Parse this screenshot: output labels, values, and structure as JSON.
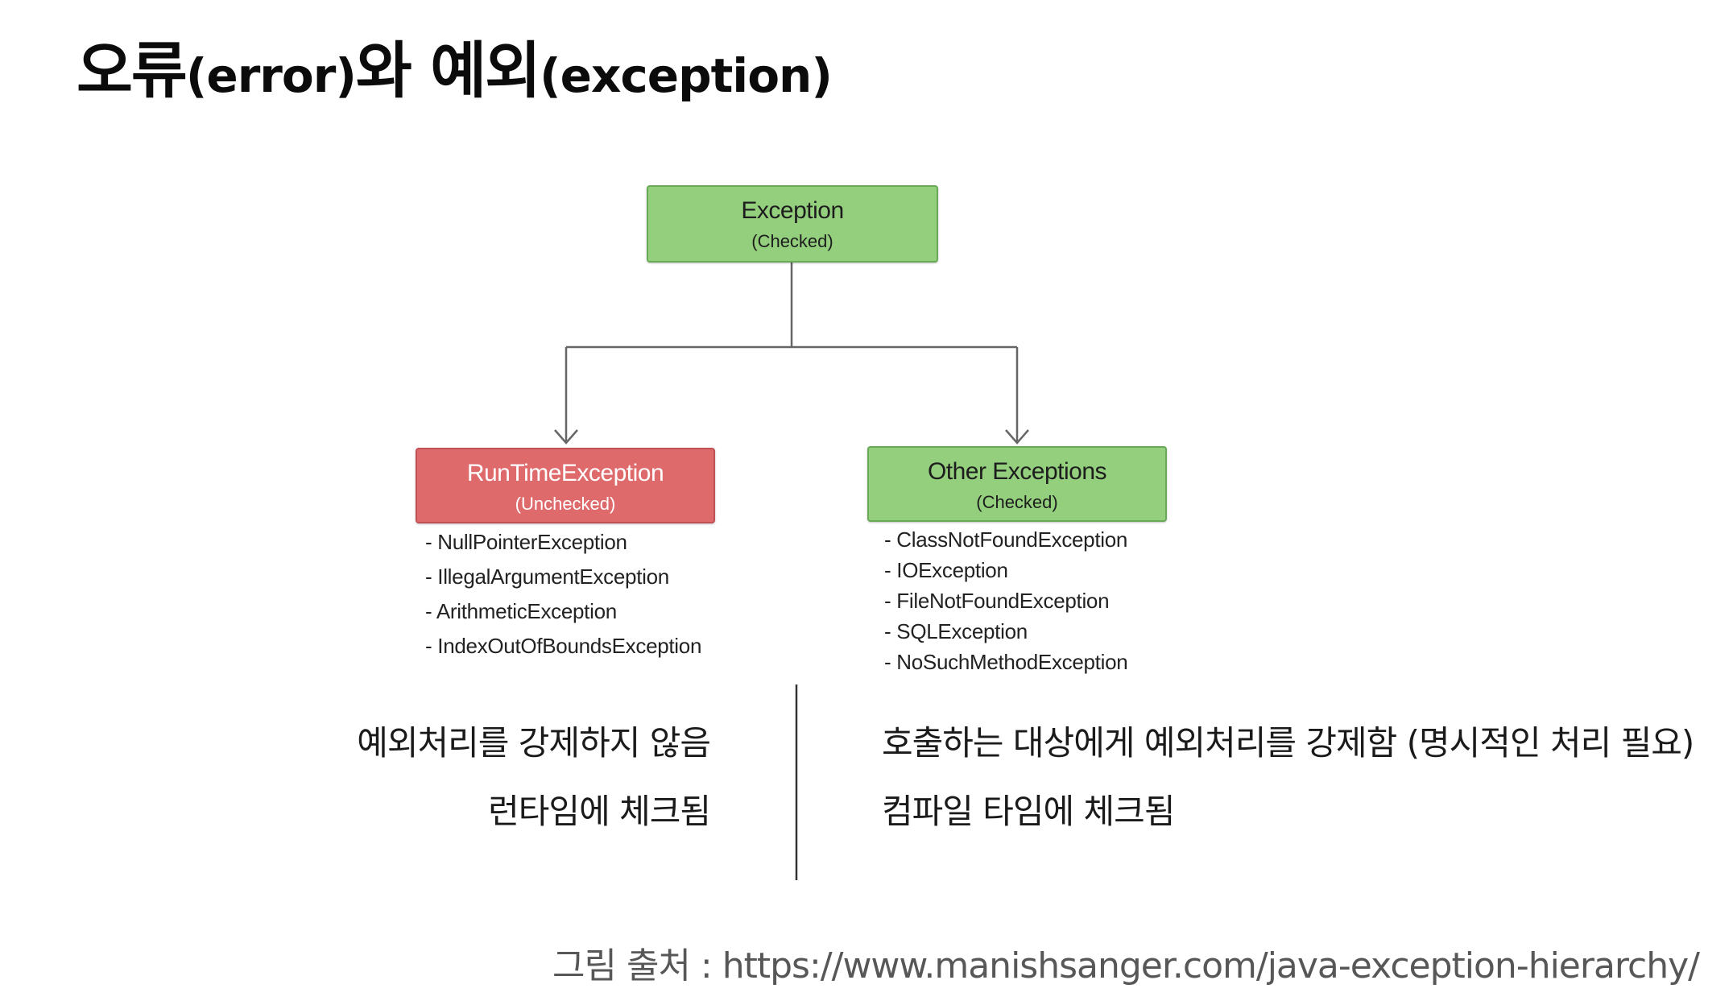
{
  "slide": {
    "title_main_1": "오류",
    "title_paren_1": "(error)",
    "title_main_2": "와 예외",
    "title_paren_2": "(exception)"
  },
  "diagram": {
    "root": {
      "label": "Exception",
      "sub": "(Checked)",
      "color": "#93cf7d"
    },
    "left": {
      "label": "RunTimeException",
      "sub": "(Unchecked)",
      "color": "#df6a6c",
      "items": [
        "- NullPointerException",
        "- IllegalArgumentException",
        "- ArithmeticException",
        "- IndexOutOfBoundsException"
      ]
    },
    "right": {
      "label": "Other Exceptions",
      "sub": "(Checked)",
      "color": "#93cf7d",
      "items": [
        "- ClassNotFoundException",
        "- IOException",
        "- FileNotFoundException",
        "- SQLException",
        "- NoSuchMethodException"
      ]
    }
  },
  "notes": {
    "left_line1": "예외처리를 강제하지 않음",
    "left_line2": "런타임에 체크됨",
    "right_line1": "호출하는 대상에게 예외처리를 강제함 (명시적인 처리 필요)",
    "right_line2": "컴파일 타임에 체크됨"
  },
  "source": "그림 출처 : https://www.manishsanger.com/java-exception-hierarchy/"
}
